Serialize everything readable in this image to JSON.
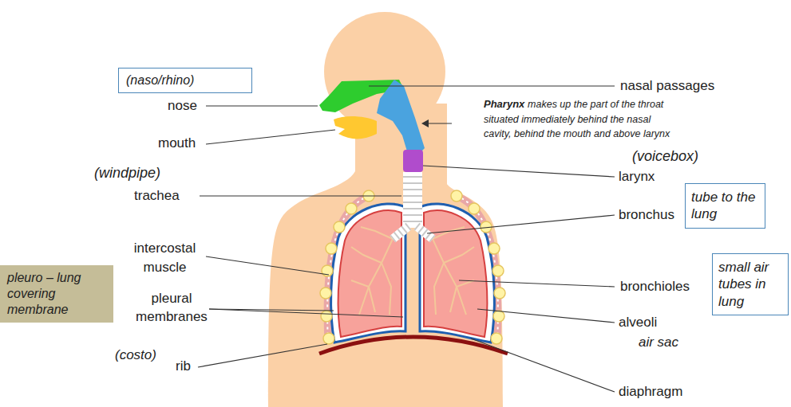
{
  "diagram": {
    "nodes": [
      {
        "text": [
          "(naso/rhino)"
        ]
      },
      {
        "text": [
          "tube to the lung"
        ]
      },
      {
        "text": [
          "small air tubes in lung"
        ]
      },
      {
        "text": [
          "pleuro – lung covering membrane"
        ]
      }
    ],
    "labels": [
      "nasal passages",
      "nose",
      "mouth",
      "Pharynx",
      "makes up the part of the throat situated immediately behind the nasal cavity, behind the mouth and above larynx",
      "(voicebox)",
      "larynx",
      "(windpipe)",
      "trachea",
      "bronchus",
      "intercostal muscle",
      "bronchioles",
      "pleural membranes",
      "alveoli",
      "air sac",
      "(costo)",
      "rib",
      "diaphragm"
    ]
  }
}
